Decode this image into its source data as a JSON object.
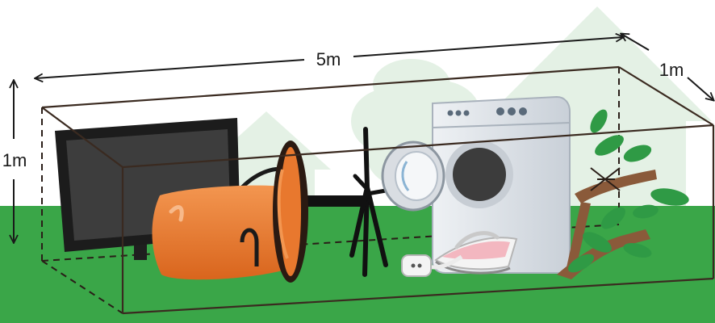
{
  "labels": {
    "length": "5m",
    "depth": "1m",
    "height": "1m"
  },
  "colors": {
    "sky": "#ffffff",
    "grass": "#3aa648",
    "background_shapes": "#e4f1e5",
    "box_outline": "#3a2a20",
    "bucket": "#e8782e",
    "tv_screen": "#3d3d3d",
    "leaves": "#2f9a45",
    "branch": "#8a5a3a"
  },
  "items": [
    "television",
    "bucket",
    "tripod-stand",
    "washing-machine",
    "clothes-iron",
    "power-plug",
    "tree-branch"
  ]
}
